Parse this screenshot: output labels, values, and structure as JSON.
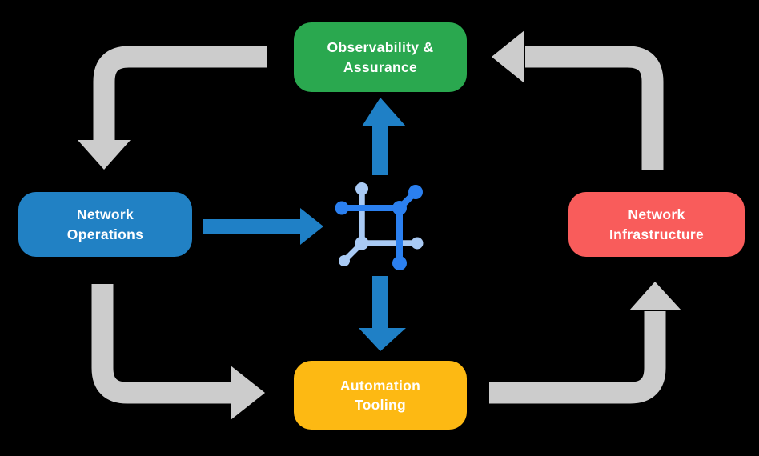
{
  "palette": {
    "background": "#000000",
    "gray_arrow": "#CCCCCC",
    "blue_arrow": "#1F80C6",
    "icon_dark_blue": "#2B80F0",
    "icon_light_blue": "#A9CAF4",
    "text": "#FFFFFF"
  },
  "nodes": {
    "observability": {
      "line1": "Observability &",
      "line2": "Assurance",
      "color": "#2AA84F"
    },
    "operations": {
      "line1": "Network",
      "line2": "Operations",
      "color": "#2181C4"
    },
    "infrastructure": {
      "line1": "Network",
      "line2": "Infrastructure",
      "color": "#F95C5B"
    },
    "automation": {
      "line1": "Automation",
      "line2": "Tooling",
      "color": "#FDB913"
    }
  },
  "icon": {
    "name": "network-mesh-icon"
  }
}
